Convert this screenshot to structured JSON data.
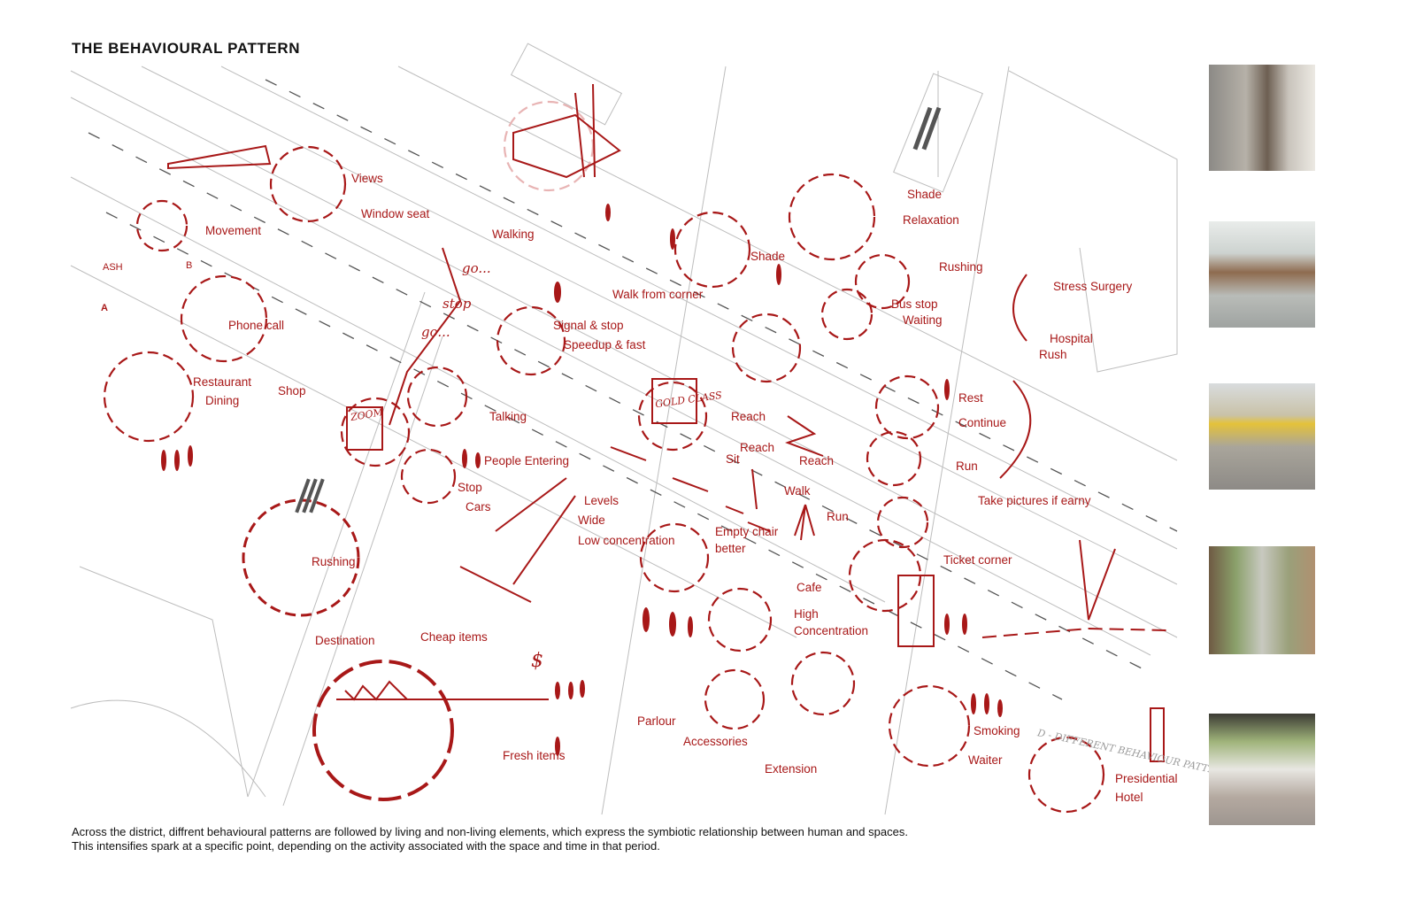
{
  "title": "THE BEHAVIOURAL PATTERN",
  "accent_color": "#a81818",
  "labels": {
    "views": "Views",
    "window_seat": "Window seat",
    "movement": "Movement",
    "walking": "Walking",
    "ash": "ASH",
    "b": "B",
    "a": "A",
    "go1": "go...",
    "stop_hand": "stop",
    "go2": "go...",
    "phone_call": "Phone call",
    "signal_stop": "Signal & stop",
    "speedup_fast": "Speedup & fast",
    "restaurant": "Restaurant",
    "dining": "Dining",
    "shop": "Shop",
    "talking": "Talking",
    "walk_from_corner": "Walk from corner",
    "shade1": "Shade",
    "shade2": "Shade",
    "relaxation": "Relaxation",
    "rushing1": "Rushing",
    "bus_stop": "Bus stop",
    "waiting": "Waiting",
    "stress_surgery": "Stress Surgery",
    "hospital": "Hospital",
    "rush": "Rush",
    "rest": "Rest",
    "continue": "Continue",
    "run1": "Run",
    "reach1": "Reach",
    "reach2": "Reach",
    "sit": "Sit",
    "reach3": "Reach",
    "walk": "Walk",
    "run2": "Run",
    "people_entering": "People Entering",
    "stop": "Stop",
    "cars": "Cars",
    "levels": "Levels",
    "wide": "Wide",
    "low_concentration": "Low concentration",
    "empty_chair": "Empty chair",
    "better": "better",
    "take_pictures": "Take pictures if earny",
    "ticket_corner": "Ticket corner",
    "cafe": "Cafe",
    "high": "High",
    "concentration": "Concentration",
    "rushing2": "Rushing",
    "destination": "Destination",
    "cheap_items": "Cheap items",
    "fresh_items": "Fresh items",
    "parlour": "Parlour",
    "accessories": "Accessories",
    "extension": "Extension",
    "smoking": "Smoking",
    "waiter": "Waiter",
    "presidential": "Presidential",
    "hotel": "Hotel",
    "gold_class": "GOLD CLASS",
    "zoom": "ZOOM",
    "dollar": "$",
    "different_patterns": "D - DIFFERENT BEHAVIOUR PATTERNS"
  },
  "photos": [
    {
      "name": "street-sidewalk-photo"
    },
    {
      "name": "supermarket-aisle-photo"
    },
    {
      "name": "street-pedestrians-photo"
    },
    {
      "name": "tree-lined-walk-photo"
    },
    {
      "name": "quiet-lane-photo"
    }
  ],
  "caption": {
    "line1": "Across the district, diffrent behavioural patterns are followed by living and non-living elements, which express the symbiotic relationship between human and spaces.",
    "line2": "This intensifies spark at a specific point, depending on the activity associated with the space and time in that period."
  }
}
